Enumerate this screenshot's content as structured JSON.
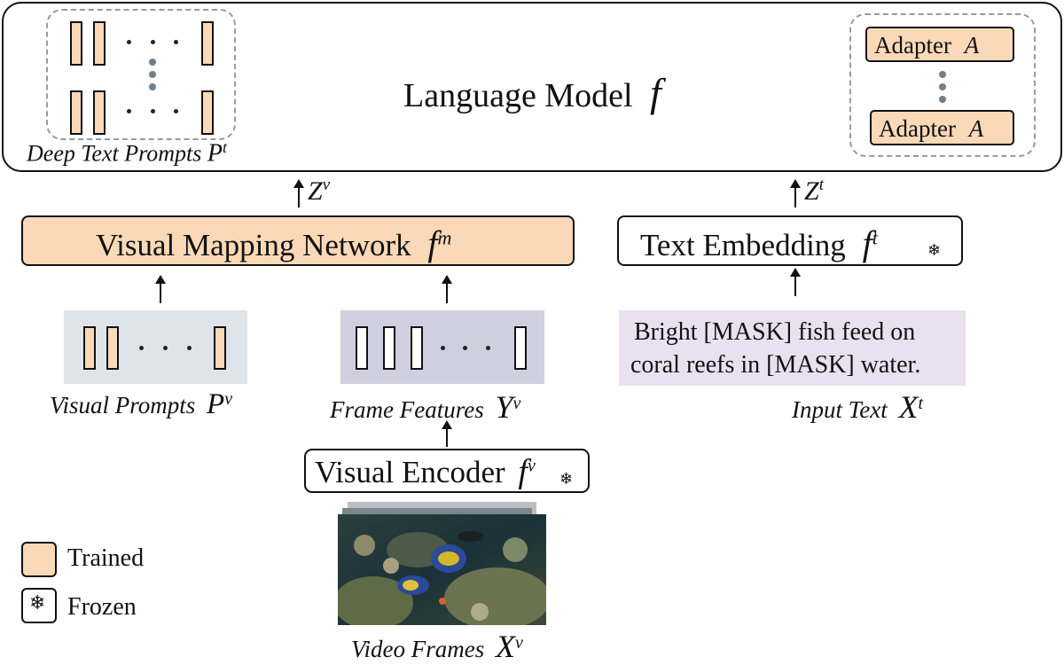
{
  "language_model": {
    "label": "Language Model",
    "symbol": "f"
  },
  "deep_text_prompts": {
    "label": "Deep Text Prompts",
    "symbol": "P",
    "superscript": "t"
  },
  "adapters": [
    {
      "label": "Adapter",
      "symbol": "A"
    },
    {
      "label": "Adapter",
      "symbol": "A"
    }
  ],
  "z_visual": {
    "symbol": "Z",
    "superscript": "v"
  },
  "z_text": {
    "symbol": "Z",
    "superscript": "t"
  },
  "visual_mapping": {
    "label": "Visual Mapping Network",
    "symbol": "f",
    "superscript": "m"
  },
  "text_embedding": {
    "label": "Text Embedding",
    "symbol": "f",
    "superscript": "t"
  },
  "visual_prompts": {
    "label": "Visual Prompts",
    "symbol": "P",
    "superscript": "v"
  },
  "frame_features": {
    "label": "Frame Features",
    "symbol": "Y",
    "superscript": "v"
  },
  "input_text": {
    "line1": "Bright  [MASK] fish feed on",
    "line2": "coral reefs in [MASK] water.",
    "label": "Input Text",
    "symbol": "X",
    "superscript": "t"
  },
  "visual_encoder": {
    "label": "Visual Encoder",
    "symbol": "f",
    "superscript": "v"
  },
  "video_frames": {
    "label": "Video Frames",
    "symbol": "X",
    "superscript": "v"
  },
  "legend": {
    "trained": "Trained",
    "frozen": "Frozen"
  },
  "colors": {
    "trained": "#fad9b8",
    "visual_prompt_bg": "#dfe3ea",
    "frame_feature_bg": "#cfcfe0",
    "input_text_bg": "#e9e1f0"
  },
  "icons": {
    "frozen": "snowflake-icon",
    "arrow": "up-arrow-icon"
  }
}
